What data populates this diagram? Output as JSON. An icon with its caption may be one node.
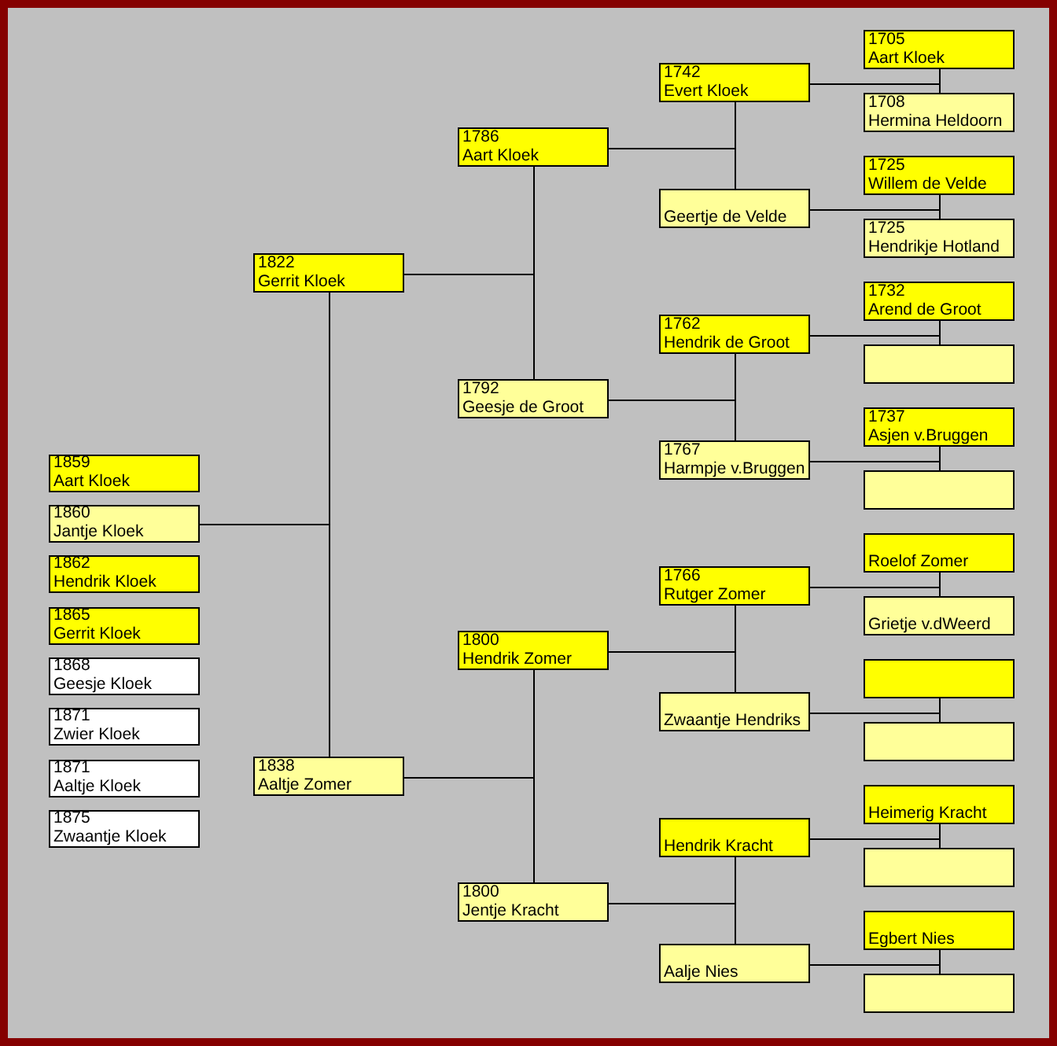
{
  "diagram": {
    "nodes": [
      {
        "text": [
          "1859",
          "Aart Kloek"
        ]
      },
      {
        "text": [
          "1860",
          "Jantje Kloek"
        ]
      },
      {
        "text": [
          "1862",
          "Hendrik Kloek"
        ]
      },
      {
        "text": [
          "1865",
          "Gerrit Kloek"
        ]
      },
      {
        "text": [
          "1868",
          "Geesje Kloek"
        ]
      },
      {
        "text": [
          "1871",
          "Zwier Kloek"
        ]
      },
      {
        "text": [
          "1871",
          "Aaltje Kloek"
        ]
      },
      {
        "text": [
          "1875",
          "Zwaantje Kloek"
        ]
      },
      {
        "text": [
          "1822",
          "Gerrit Kloek"
        ]
      },
      {
        "text": [
          "1838",
          "Aaltje Zomer"
        ]
      },
      {
        "text": [
          "1786",
          "Aart Kloek"
        ]
      },
      {
        "text": [
          "1792",
          "Geesje de Groot"
        ]
      },
      {
        "text": [
          "1800",
          "Hendrik Zomer"
        ]
      },
      {
        "text": [
          "1800",
          "Jentje Kracht"
        ]
      },
      {
        "text": [
          "1742",
          "Evert Kloek"
        ]
      },
      {
        "text": [
          "Geertje de Velde"
        ]
      },
      {
        "text": [
          "1762",
          "Hendrik de Groot"
        ]
      },
      {
        "text": [
          "1767",
          "Harmpje v.Bruggen"
        ]
      },
      {
        "text": [
          "1766",
          "Rutger Zomer"
        ]
      },
      {
        "text": [
          "Zwaantje Hendriks"
        ]
      },
      {
        "text": [
          "Hendrik Kracht"
        ]
      },
      {
        "text": [
          "Aalje Nies"
        ]
      },
      {
        "text": [
          "1705",
          "Aart Kloek"
        ]
      },
      {
        "text": [
          "1708",
          "Hermina Heldoorn"
        ]
      },
      {
        "text": [
          "1725",
          "Willem de Velde"
        ]
      },
      {
        "text": [
          "1725",
          "Hendrikje Hotland"
        ]
      },
      {
        "text": [
          "1732",
          "Arend de Groot"
        ]
      },
      {
        "text": [],
        "shape": "box"
      },
      {
        "text": [
          "1737",
          "Asjen v.Bruggen"
        ]
      },
      {
        "text": [],
        "shape": "box"
      },
      {
        "text": [
          "Roelof Zomer"
        ]
      },
      {
        "text": [
          "Grietje v.dWeerd"
        ]
      },
      {
        "text": [],
        "shape": "box"
      },
      {
        "text": [],
        "shape": "box"
      },
      {
        "text": [
          "Heimerig Kracht"
        ]
      },
      {
        "text": [],
        "shape": "box"
      },
      {
        "text": [
          "Egbert Nies"
        ]
      },
      {
        "text": [],
        "shape": "box"
      }
    ],
    "edges": [
      {
        "from": 1,
        "to": 8,
        "arrow": "none"
      },
      {
        "from": 1,
        "to": 9,
        "arrow": "none"
      },
      {
        "from": 8,
        "to": 10,
        "arrow": "none"
      },
      {
        "from": 8,
        "to": 11,
        "arrow": "none"
      },
      {
        "from": 9,
        "to": 12,
        "arrow": "none"
      },
      {
        "from": 9,
        "to": 13,
        "arrow": "none"
      },
      {
        "from": 10,
        "to": 14,
        "arrow": "none"
      },
      {
        "from": 10,
        "to": 15,
        "arrow": "none"
      },
      {
        "from": 11,
        "to": 16,
        "arrow": "none"
      },
      {
        "from": 11,
        "to": 17,
        "arrow": "none"
      },
      {
        "from": 12,
        "to": 18,
        "arrow": "none"
      },
      {
        "from": 12,
        "to": 19,
        "arrow": "none"
      },
      {
        "from": 13,
        "to": 20,
        "arrow": "none"
      },
      {
        "from": 13,
        "to": 21,
        "arrow": "none"
      },
      {
        "from": 14,
        "to": 22,
        "arrow": "none"
      },
      {
        "from": 14,
        "to": 23,
        "arrow": "none"
      },
      {
        "from": 15,
        "to": 24,
        "arrow": "none"
      },
      {
        "from": 15,
        "to": 25,
        "arrow": "none"
      },
      {
        "from": 16,
        "to": 26,
        "arrow": "none"
      },
      {
        "from": 16,
        "to": 27,
        "arrow": "none"
      },
      {
        "from": 17,
        "to": 28,
        "arrow": "none"
      },
      {
        "from": 17,
        "to": 29,
        "arrow": "none"
      },
      {
        "from": 18,
        "to": 30,
        "arrow": "none"
      },
      {
        "from": 18,
        "to": 31,
        "arrow": "none"
      },
      {
        "from": 19,
        "to": 32,
        "arrow": "none"
      },
      {
        "from": 19,
        "to": 33,
        "arrow": "none"
      },
      {
        "from": 20,
        "to": 34,
        "arrow": "none"
      },
      {
        "from": 20,
        "to": 35,
        "arrow": "none"
      },
      {
        "from": 21,
        "to": 36,
        "arrow": "none"
      },
      {
        "from": 21,
        "to": 37,
        "arrow": "none"
      }
    ]
  }
}
